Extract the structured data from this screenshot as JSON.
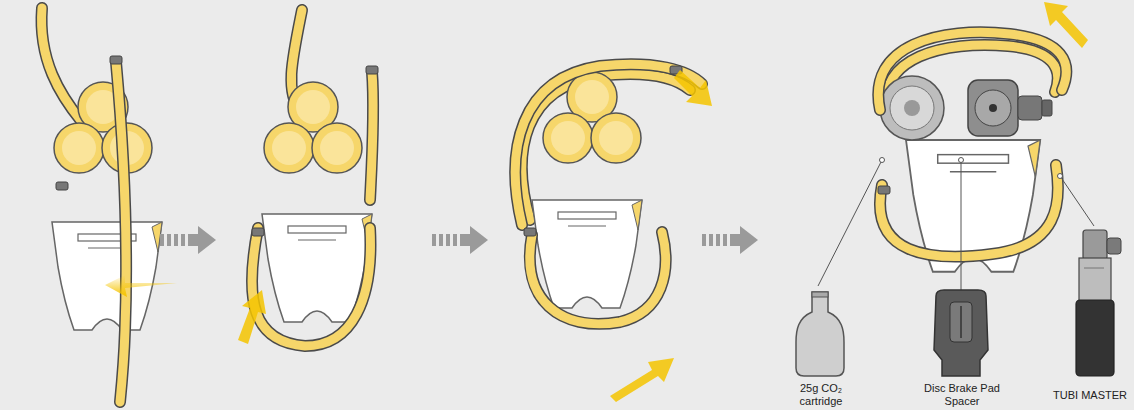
{
  "diagram": {
    "labels": [
      "25g CO₂ cartridge",
      "Disc Brake Pad Spacer",
      "TUBI MASTER"
    ]
  }
}
